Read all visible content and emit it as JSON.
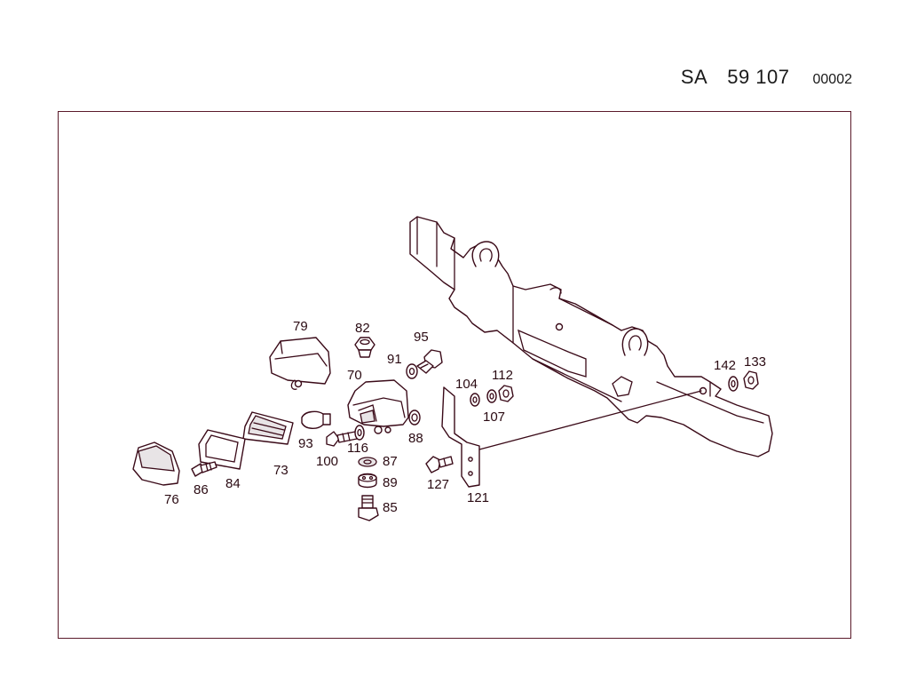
{
  "header": {
    "prefix": "SA",
    "number": "59 107",
    "code": "00002"
  },
  "callouts": {
    "c79": "79",
    "c82": "82",
    "c95": "95",
    "c91": "91",
    "c70": "70",
    "c104": "104",
    "c112": "112",
    "c107": "107",
    "c142": "142",
    "c133": "133",
    "c93": "93",
    "c88": "88",
    "c116": "116",
    "c100": "100",
    "c87": "87",
    "c89": "89",
    "c85": "85",
    "c127": "127",
    "c121": "121",
    "c73": "73",
    "c84": "84",
    "c86": "86",
    "c76": "76"
  }
}
